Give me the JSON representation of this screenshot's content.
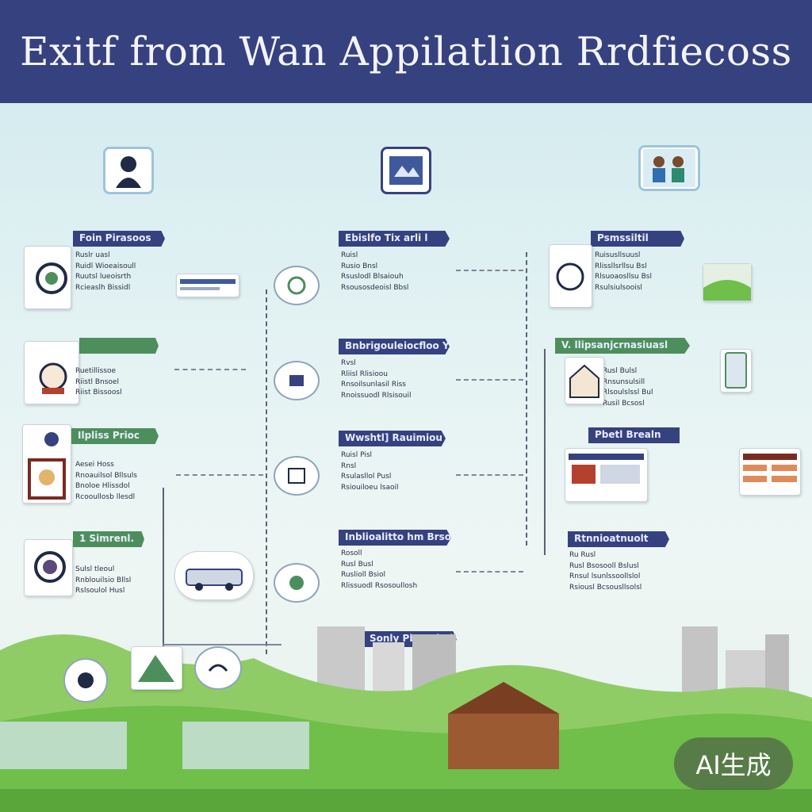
{
  "title": "Exitf from Wan Appilatlion Rrdfiecoss",
  "watermark": "AI生成",
  "colors": {
    "header": "#36427f",
    "accent_green": "#4d8f5c",
    "sky": "#d6ecef",
    "grass": "#6fbf4a"
  },
  "top_icons": [
    "person-icon",
    "document-icon",
    "team-photo-icon"
  ],
  "left_column": [
    {
      "label": "Foin Pirasoos",
      "icon": "badge-icon"
    },
    {
      "label": "",
      "icon": "certificate-icon"
    },
    {
      "label": "Ilpliss Prioc",
      "icon": "checklist-icon"
    },
    {
      "label": "1 Simrenl.",
      "icon": "seal-icon"
    }
  ],
  "middle_column": [
    {
      "label": "Ebislfo Tix arli l"
    },
    {
      "label": "Bnbrigouleiocfloo Ylrell"
    },
    {
      "label": "Wwshtl] Rauimiou"
    },
    {
      "label": "Inblioalitto hm Brsooly"
    }
  ],
  "right_column": [
    {
      "label": "Psmssiltil"
    },
    {
      "label": "V. llipsanjcrnasiuasl"
    },
    {
      "label": "Pbetl Brealn"
    },
    {
      "label": "Rtnnioatnuolt"
    }
  ],
  "bottom_label": "Sonly Pbpooinde"
}
